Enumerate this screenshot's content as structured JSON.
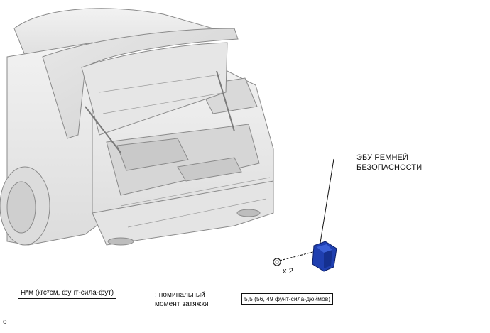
{
  "part_label": {
    "line1": "ЭБУ РЕМНЕЙ",
    "line2": "БЕЗОПАСНОСТИ"
  },
  "fastener_quantity": "x 2",
  "torque_unit_box": "Н*м (кгс*см, фунт-сила-фут)",
  "torque_legend": {
    "line1": ": номинальный",
    "line2": "момент затяжки"
  },
  "torque_value": "5,5 (56, 49 фунт-сила-дюймов)",
  "figure_id": "o",
  "colors": {
    "ecu_part": "#1f3fb0",
    "line_art": "#8a8a8a",
    "body_fill": "#ececec"
  },
  "icons": {
    "bolt": "bolt-icon",
    "ecu": "ecu-icon"
  }
}
